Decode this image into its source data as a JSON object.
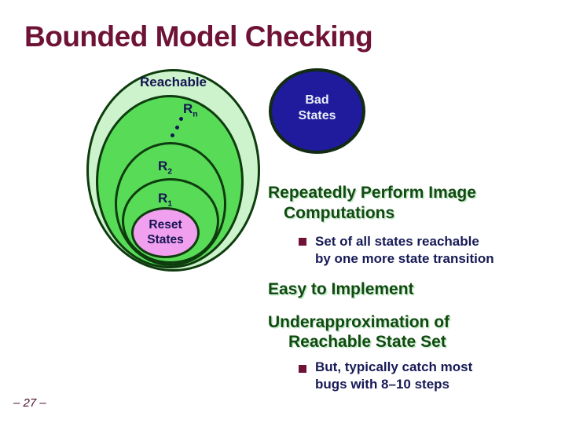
{
  "slide": {
    "title": "Bounded Model Checking",
    "page_number": "– 27 –"
  },
  "diagram": {
    "reachable_label": "Reachable",
    "rn_label": {
      "base": "R",
      "sub": "n"
    },
    "r2_label": {
      "base": "R",
      "sub": "2"
    },
    "r1_label": {
      "base": "R",
      "sub": "1"
    },
    "reset_states": {
      "lines": [
        "Reset",
        "States"
      ]
    },
    "bad_states": {
      "lines": [
        "Bad",
        "States"
      ]
    },
    "colors": {
      "outer_ring_fill": "#cdf3cd",
      "inner_ring_fill": "#58dc58",
      "ring_border": "#0e3c0e",
      "reset_fill": "#f1a0ef",
      "bad_fill": "#1f1b9c",
      "label_navy": "#141552"
    }
  },
  "content": {
    "heading_image": {
      "lines": [
        "Repeatedly Perform Image",
        "Computations"
      ]
    },
    "bullet_reachable": {
      "lines": [
        "Set of all states reachable",
        "by one more state transition"
      ]
    },
    "heading_easy": {
      "lines": [
        "Easy to Implement"
      ]
    },
    "heading_under": {
      "lines": [
        "Underapproximation of",
        "Reachable State Set"
      ]
    },
    "bullet_bugs": {
      "lines": [
        "But, typically catch most",
        "bugs with 8–10 steps"
      ]
    }
  },
  "colors": {
    "title_maroon": "#6e1236",
    "heading_green": "#114a11",
    "heading_shadow": "#bfe8c5",
    "body_navy": "#171a56",
    "bullet_marker": "#6e1236",
    "page_number": "#4d1030"
  }
}
